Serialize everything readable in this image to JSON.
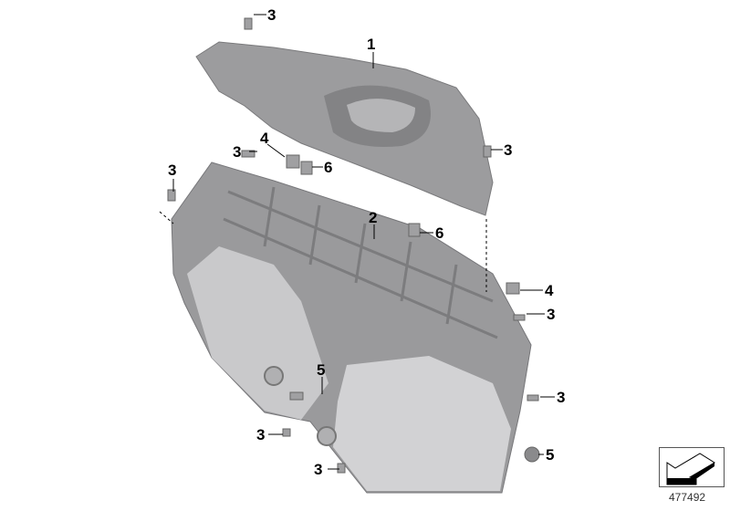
{
  "diagram": {
    "callouts": [
      {
        "id": "c1",
        "label": "3"
      },
      {
        "id": "c2",
        "label": "1"
      },
      {
        "id": "c3",
        "label": "4"
      },
      {
        "id": "c4",
        "label": "3"
      },
      {
        "id": "c5",
        "label": "6"
      },
      {
        "id": "c6",
        "label": "3"
      },
      {
        "id": "c7",
        "label": "3"
      },
      {
        "id": "c8",
        "label": "2"
      },
      {
        "id": "c9",
        "label": "6"
      },
      {
        "id": "c10",
        "label": "4"
      },
      {
        "id": "c11",
        "label": "3"
      },
      {
        "id": "c12",
        "label": "5"
      },
      {
        "id": "c13",
        "label": "3"
      },
      {
        "id": "c14",
        "label": "3"
      },
      {
        "id": "c15",
        "label": "5"
      },
      {
        "id": "c16",
        "label": "3"
      }
    ],
    "diagram_number": "477492",
    "colors": {
      "part_dark": "#8e8e90",
      "part_mid": "#a7a7a9",
      "part_light": "#cfcfd1"
    }
  }
}
